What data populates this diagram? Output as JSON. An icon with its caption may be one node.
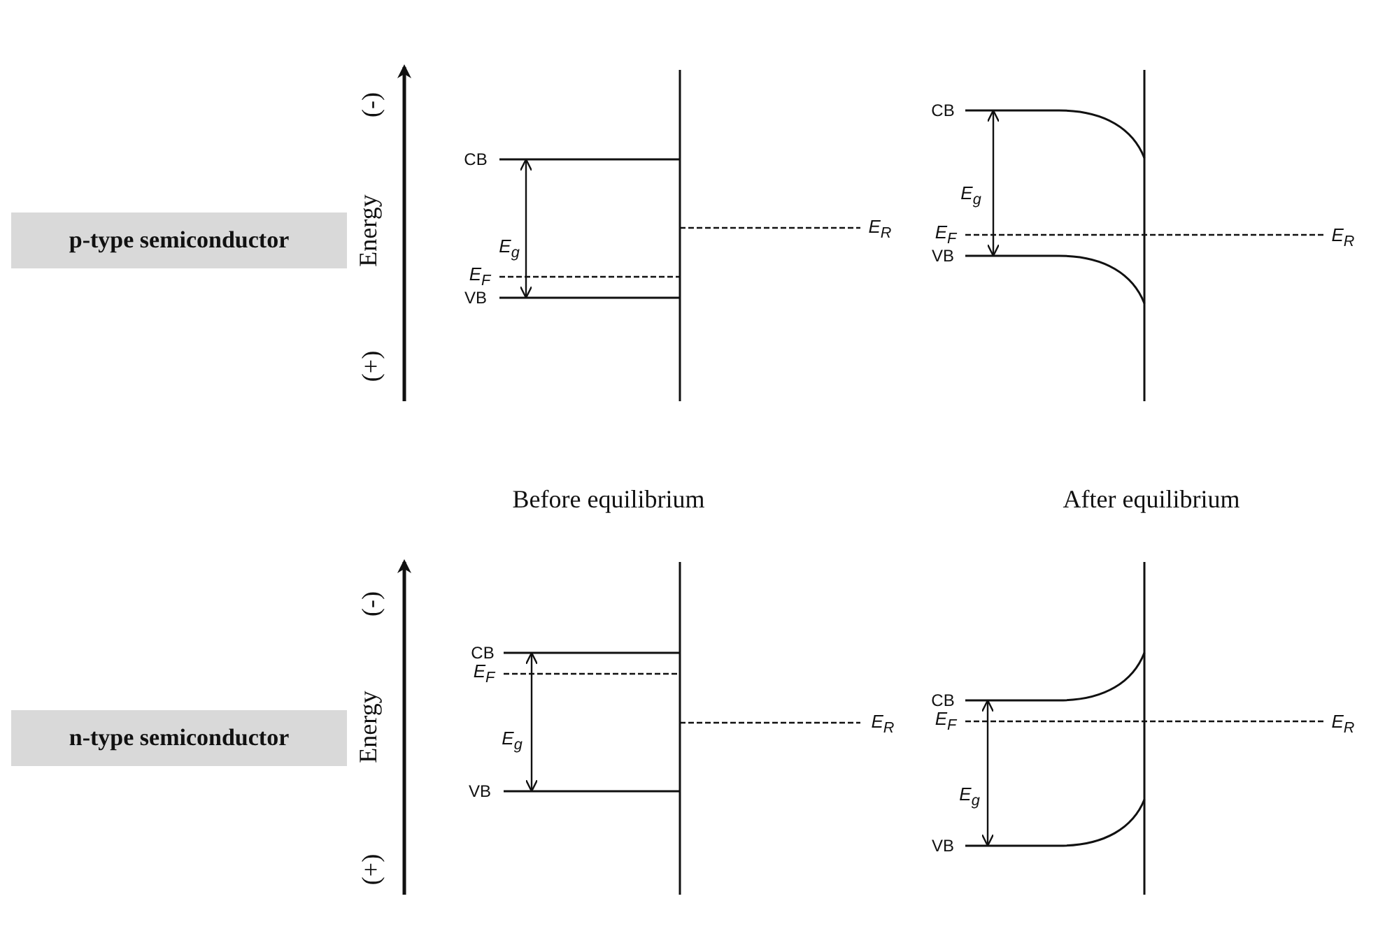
{
  "diagram": {
    "nodes": [
      {
        "text": [
          "p-type semiconductor"
        ]
      },
      {
        "text": [
          "n-type semiconductor"
        ]
      }
    ],
    "edges": [],
    "labels": [
      "(-)",
      "Energy",
      "(+)",
      "CB",
      "E$_{g}$",
      "E$_{F}$",
      "VB",
      "E$_{R}$",
      "CB",
      "E$_{g}$",
      "E$_{F}$",
      "VB",
      "E$_{R}$",
      "Before equilibrium",
      "After equilibrium",
      "(-)",
      "Energy",
      "(+)",
      "CB",
      "E$_{F}$",
      "E$_{g}$",
      "VB",
      "E$_{R}$",
      "CB",
      "E$_{F}$",
      "E$_{g}$",
      "VB",
      "E$_{R}$"
    ]
  }
}
